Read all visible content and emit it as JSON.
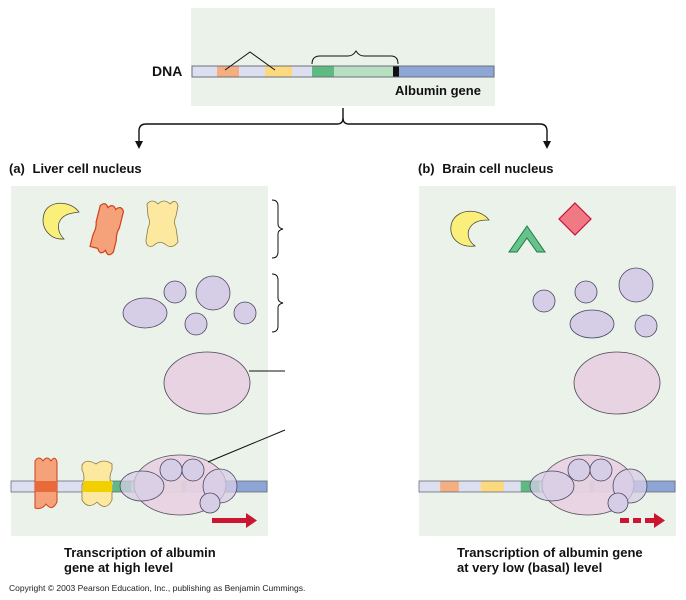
{
  "top": {
    "dna_label": "DNA",
    "gene_label": "Albumin gene",
    "segments": [
      {
        "name": "spacer",
        "color": "#dcdff0"
      },
      {
        "name": "control-element-1",
        "color": "#f5ad82"
      },
      {
        "name": "spacer",
        "color": "#dcdff0"
      },
      {
        "name": "control-element-2",
        "color": "#fcd97e"
      },
      {
        "name": "spacer",
        "color": "#dcdff0"
      },
      {
        "name": "promoter",
        "color": "#5dbb82"
      },
      {
        "name": "gene-body",
        "color": "#b9dfc3"
      },
      {
        "name": "terminator",
        "color": "#111111"
      },
      {
        "name": "downstream-dna",
        "color": "#8ea6d6"
      }
    ]
  },
  "panels": {
    "a": {
      "prefix": "(a)",
      "title": "Liver cell nucleus",
      "caption_line1": "Transcription of albumin",
      "caption_line2": "gene at high level",
      "arrow": "solid"
    },
    "b": {
      "prefix": "(b)",
      "title": "Brain cell nucleus",
      "caption_line1": "Transcription of albumin gene",
      "caption_line2": "at very low (basal) level",
      "arrow": "dashed"
    }
  },
  "colors": {
    "panel_bg": "#eaf2ea",
    "activator_yellow": "#fbef7c",
    "activator_orange": "#f5a27a",
    "activator_pale_yellow": "#fde8a0",
    "brain_green": "#66c38b",
    "brain_red": "#ef7a84",
    "general_factor": "#d6cde6",
    "polymerase": "#e8d3e2",
    "arrow_red": "#cc1530"
  },
  "copyright": "Copyright © 2003 Pearson Education, Inc., publishing as Benjamin Cummings."
}
